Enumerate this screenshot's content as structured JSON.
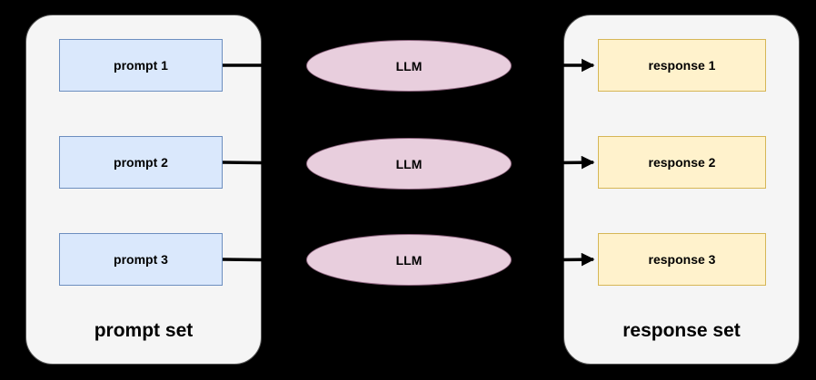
{
  "prompts": {
    "title": "prompt set",
    "items": [
      "prompt 1",
      "prompt 2",
      "prompt 3"
    ]
  },
  "llm": {
    "items": [
      "LLM",
      "LLM",
      "LLM"
    ]
  },
  "responses": {
    "title": "response set",
    "items": [
      "response 1",
      "response 2",
      "response 3"
    ]
  },
  "colors": {
    "background": "#000000",
    "container_fill": "#f5f5f5",
    "container_border": "#555555",
    "prompt_fill": "#dae8fc",
    "prompt_border": "#6c8ebf",
    "llm_fill": "#e8cedd",
    "llm_border": "#8f6680",
    "response_fill": "#fff2cc",
    "response_border": "#d6b656",
    "connector": "#000000"
  }
}
